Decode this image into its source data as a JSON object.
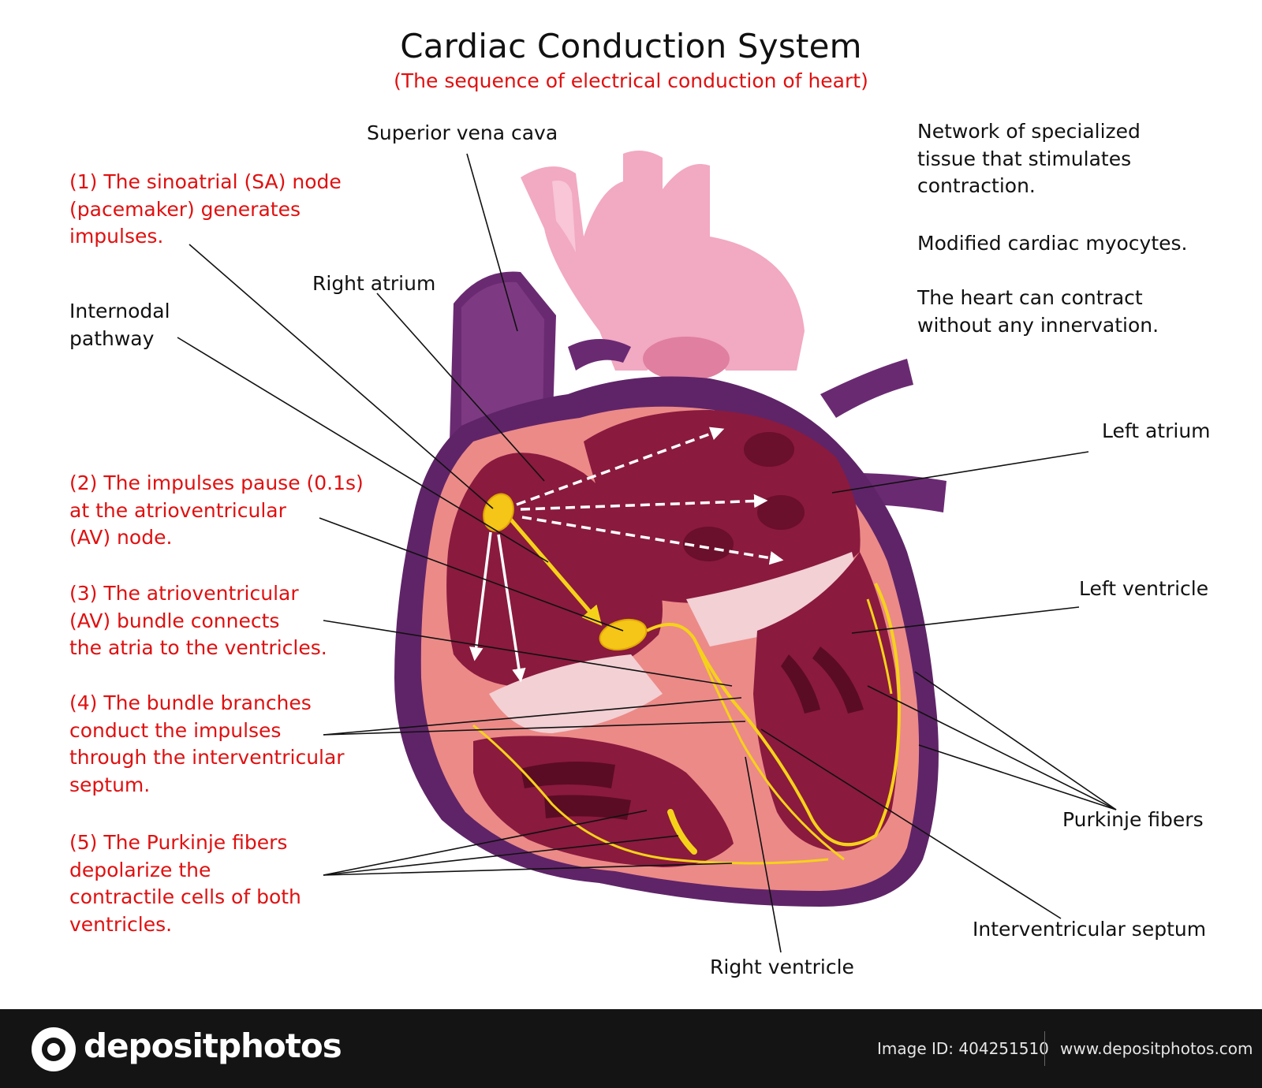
{
  "title": "Cardiac Conduction System",
  "subtitle": "(The sequence of electrical conduction of heart)",
  "steps": {
    "step1": "(1) The sinoatrial (SA) node\n(pacemaker) generates\nimpulses.",
    "step2": "(2) The impulses pause (0.1s)\nat the atrioventricular\n(AV) node.",
    "step3": "(3) The atrioventricular\n(AV) bundle connects\nthe atria to the ventricles.",
    "step4": "(4) The bundle branches\nconduct the impulses\nthrough the interventricular\nseptum.",
    "step5": "(5) The Purkinje fibers\ndepolarize the\ncontractile cells of both\nventricles."
  },
  "labels": {
    "internodal": "Internodal\npathway",
    "superior_vena_cava": "Superior vena cava",
    "right_atrium": "Right atrium",
    "left_atrium": "Left atrium",
    "left_ventricle": "Left ventricle",
    "purkinje_fibers": "Purkinje fibers",
    "interventricular_septum": "Interventricular septum",
    "right_ventricle": "Right ventricle"
  },
  "notes": {
    "note1": "Network of specialized\ntissue that stimulates\ncontraction.",
    "note2": "Modified cardiac myocytes.",
    "note3": "The heart can contract\nwithout any innervation."
  },
  "footer": {
    "brand": "depositphotos",
    "image_id": "Image ID: 404251510",
    "site": "www.depositphotos.com"
  },
  "colors": {
    "label_red": "#e01010",
    "conduction_yellow": "#f5d21a",
    "aorta_pink": "#f0a8c0",
    "heart_wall": "#6a2a6e",
    "myocardium": "#8c1a3a"
  }
}
